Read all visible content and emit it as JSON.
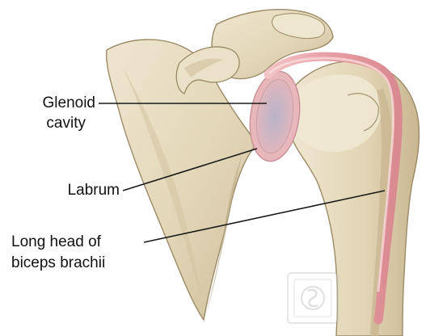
{
  "labels": {
    "glenoid_line1": "Glenoid",
    "glenoid_line2": "cavity",
    "labrum": "Labrum",
    "biceps_line1": "Long head of",
    "biceps_line2": "biceps brachii"
  },
  "colors": {
    "bone": "#e7dcc2",
    "bone_shadow": "#c9b995",
    "bone_outline": "#9c8a66",
    "labrum": "#e8b7bc",
    "tendon": "#e9a8ad",
    "leader_line": "#1a1a1a",
    "label_text": "#111111"
  },
  "watermark_icon": "medical-logo-icon"
}
